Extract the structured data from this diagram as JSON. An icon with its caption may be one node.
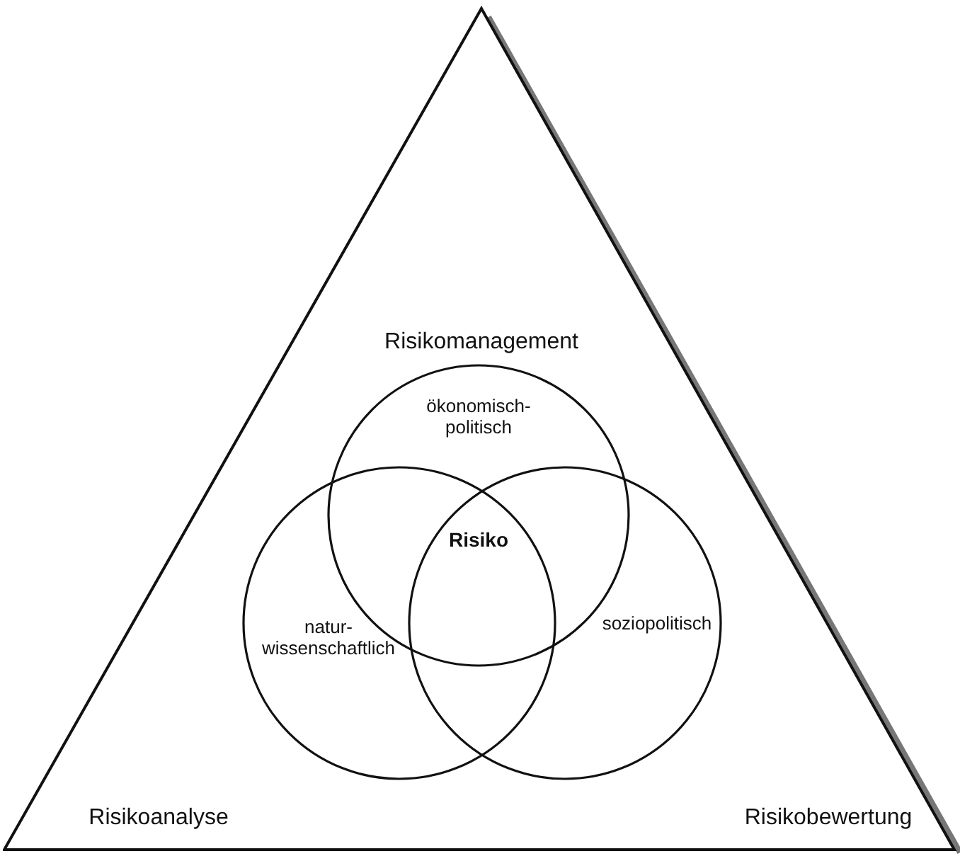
{
  "diagram": {
    "nodes": [
      {
        "text": [
          "Risikomanagement",
          "Risikoanalyse",
          "Risikobewertung"
        ]
      },
      {
        "text": [
          "ökonomisch-politisch"
        ],
        "in": 0
      },
      {
        "text": [
          "natur-wissenschaftlich"
        ],
        "in": 0
      },
      {
        "text": [
          "soziopolitisch"
        ],
        "in": 0
      },
      {
        "text": [
          "Risiko"
        ]
      }
    ],
    "edges": []
  }
}
